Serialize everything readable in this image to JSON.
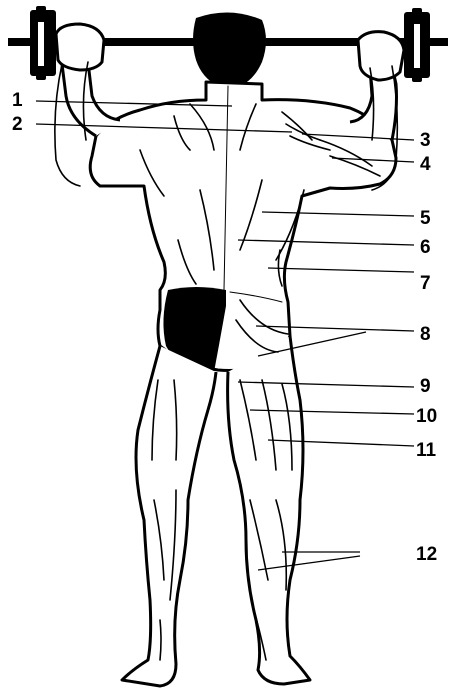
{
  "labels": [
    "1",
    "2",
    "3",
    "4",
    "5",
    "6",
    "7",
    "8",
    "9",
    "10",
    "11",
    "12"
  ],
  "colors": {
    "ink": "#000000",
    "paper": "#ffffff"
  }
}
